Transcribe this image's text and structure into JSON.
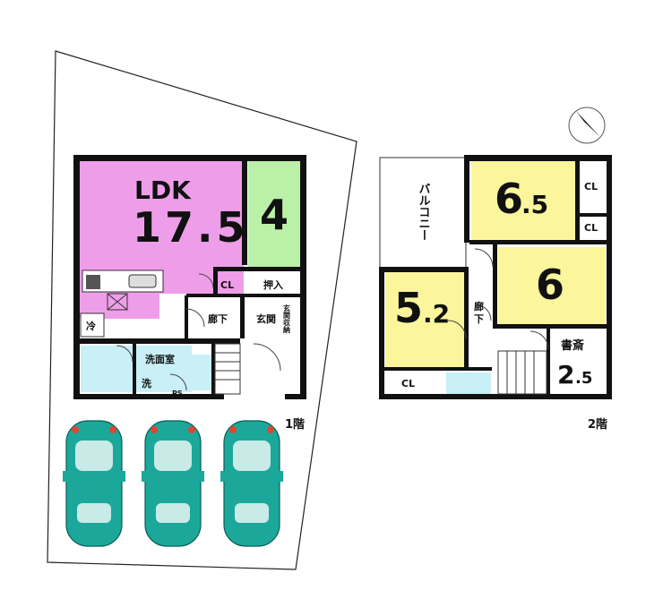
{
  "floor1": {
    "label": "1階",
    "rooms": {
      "ldk_name": "LDK",
      "ldk_size": "17.5",
      "washitsu_size": "4",
      "cl": "CL",
      "oshiire": "押入",
      "roka": "廊下",
      "genkan": "玄関",
      "genkan_storage": "玄関収納",
      "rei": "冷",
      "senmen": "洗面室",
      "sen": "洗",
      "ps": "PS"
    }
  },
  "floor2": {
    "label": "2階",
    "rooms": {
      "balcony": "バルコニー",
      "room_65_a": "6",
      "room_65_b": ".5",
      "room_6": "6",
      "room_52_a": "5",
      "room_52_b": ".2",
      "shosai": "書斎",
      "shosai_a": "2",
      "shosai_b": ".5",
      "roka_a": "廊",
      "roka_b": "下",
      "cl_1": "CL",
      "cl_2": "CL",
      "cl_3": "CL"
    }
  },
  "parking": {
    "cars": 3
  },
  "colors": {
    "ldk": "#ee9ee8",
    "washitsu": "#bbf0a8",
    "bedroom": "#fbf59c",
    "wet": "#c8f0f6",
    "car": "#1ba89a",
    "wall": "#111111"
  }
}
